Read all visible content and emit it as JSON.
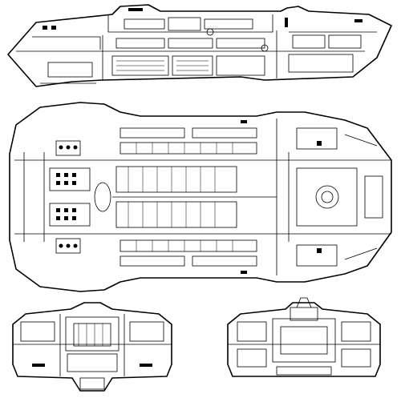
{
  "drawing": {
    "ink_color": "#000000",
    "paper_color": "#ffffff",
    "views": [
      "side-view",
      "top-view",
      "front-view",
      "rear-view"
    ]
  }
}
